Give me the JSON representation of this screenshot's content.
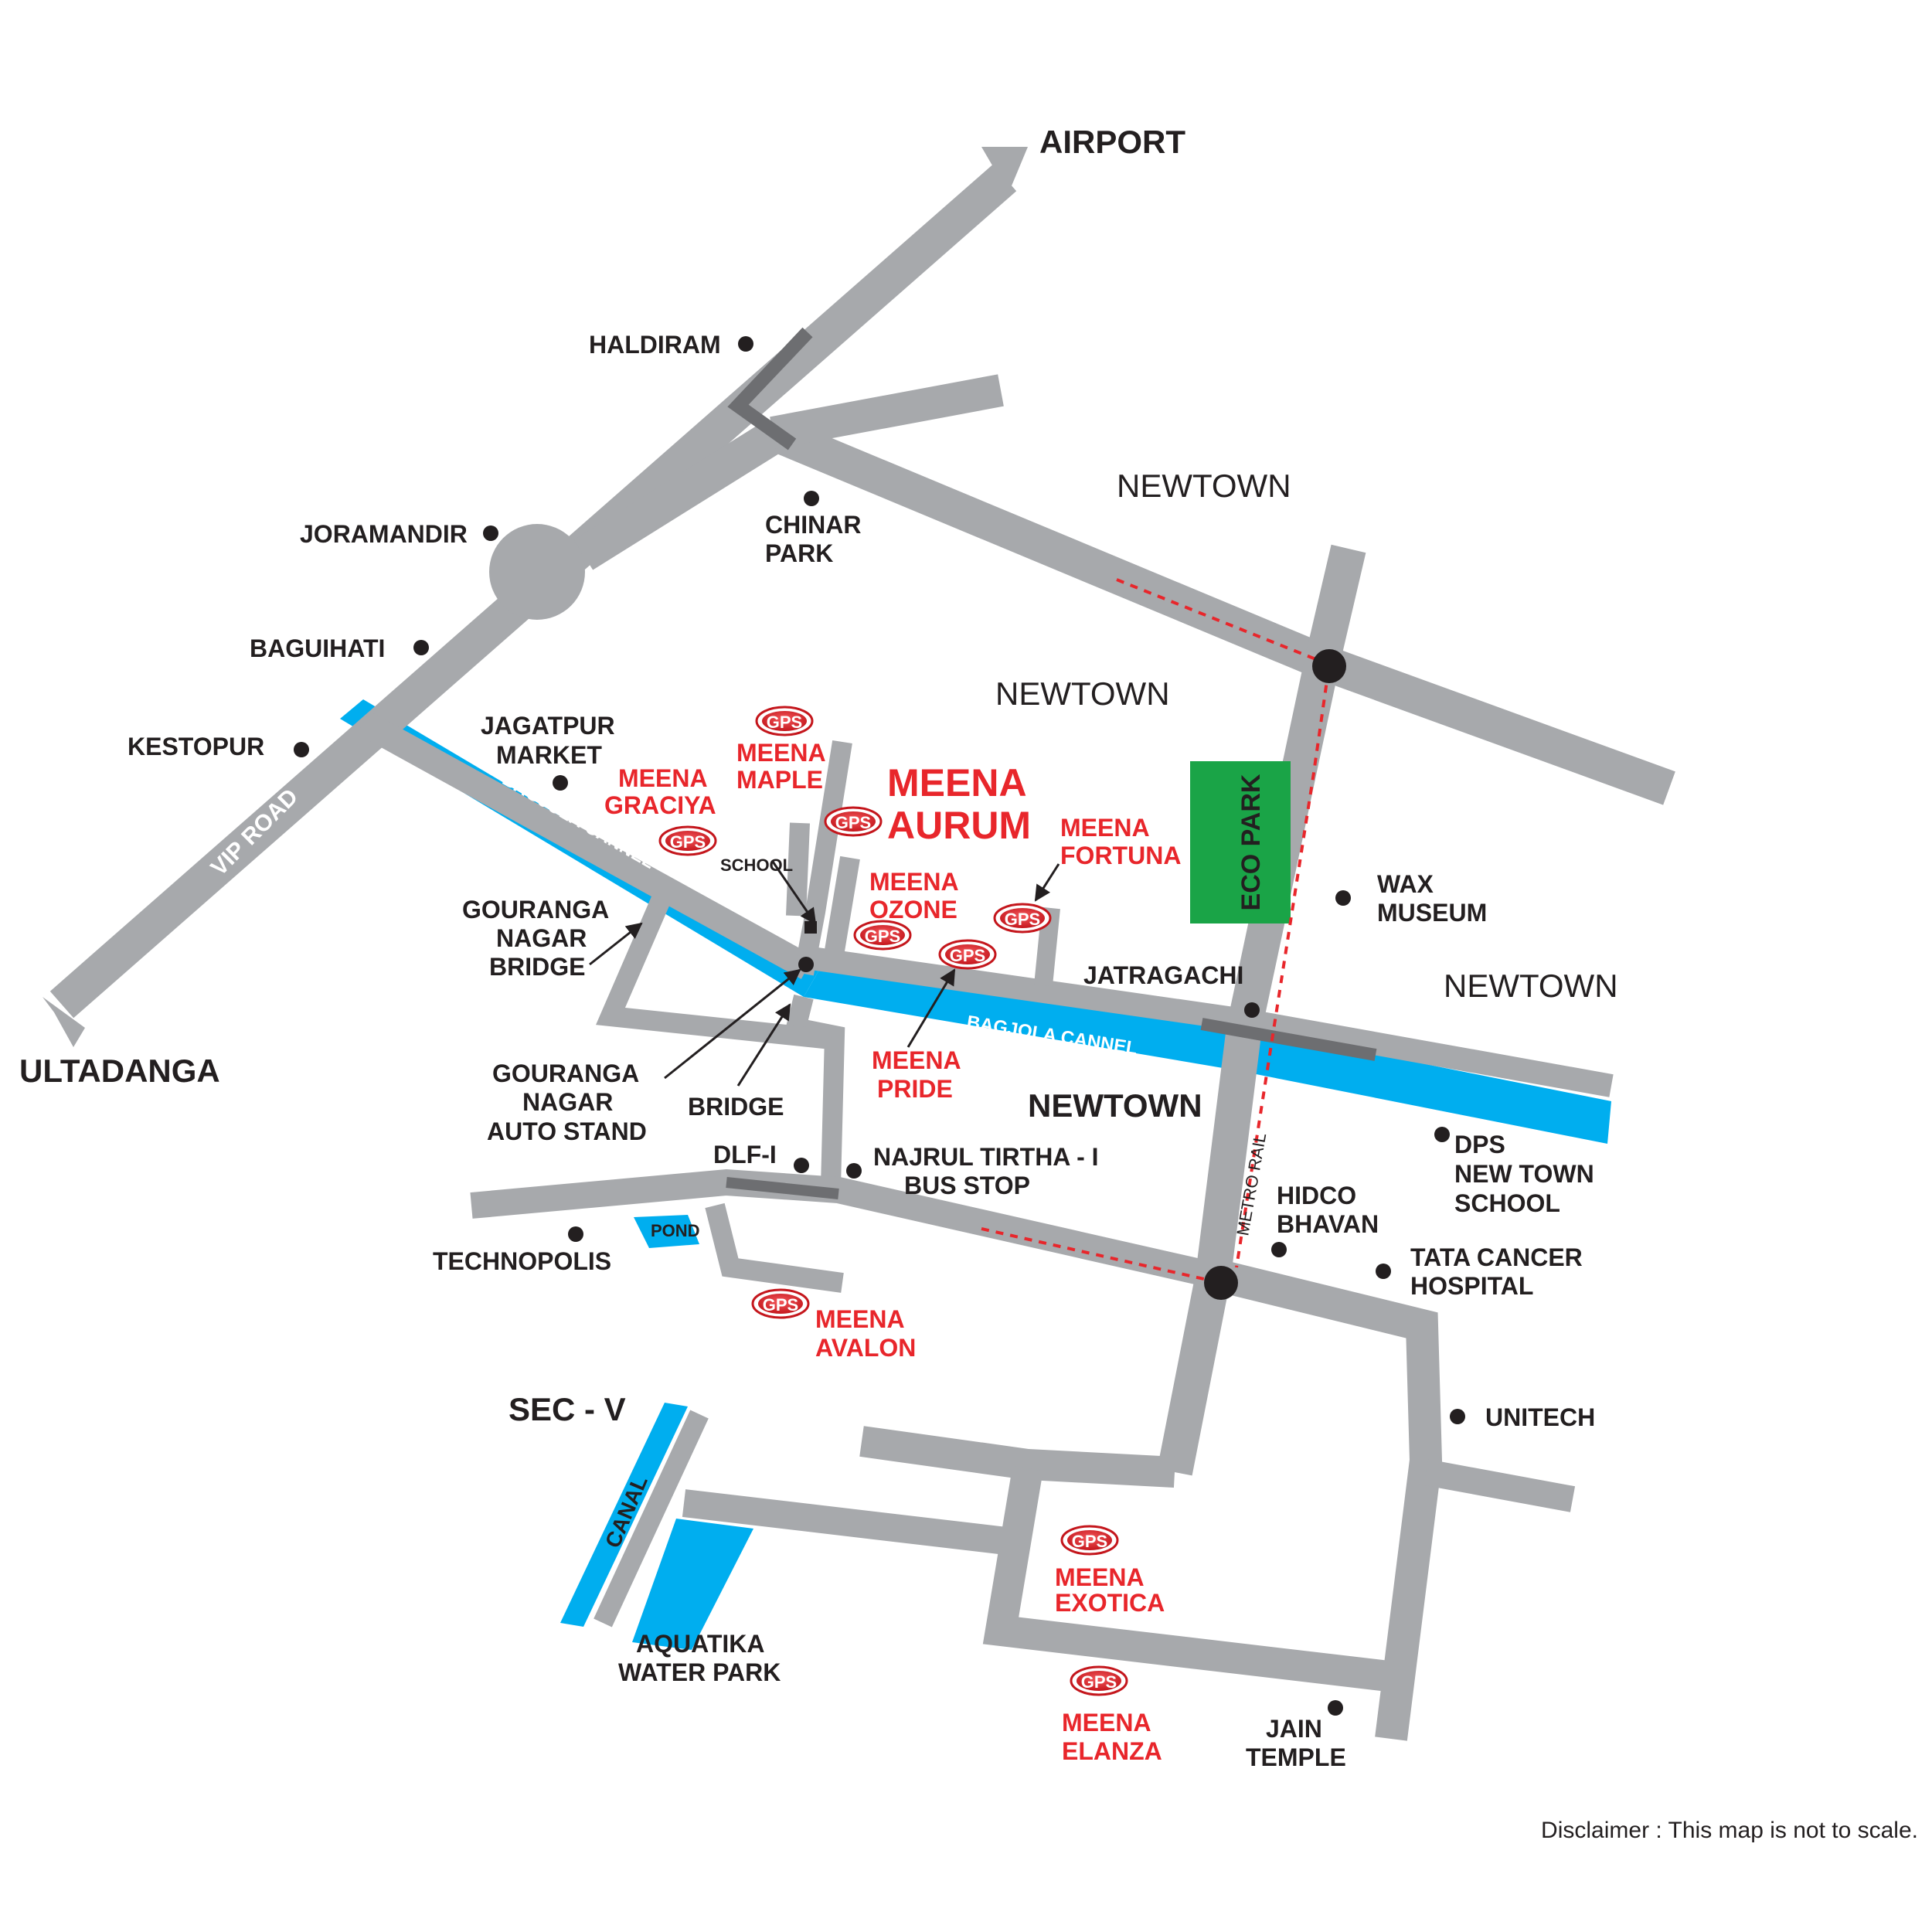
{
  "colors": {
    "road": "#a7a9ac",
    "dark_road": "#6d6e71",
    "canal": "#00aeef",
    "park": "#1aa447",
    "project_red": "#e8262b",
    "text": "#231f20",
    "metro_dot": "#231f20"
  },
  "icon": "gps-logo-badge",
  "project": {
    "title_line1": "MEENA",
    "title_line2": "AURUM"
  },
  "areas": {
    "airport": "AIRPORT",
    "ultadanga": "ULTADANGA",
    "newtown_1": "NEWTOWN",
    "newtown_2": "NEWTOWN",
    "newtown_3": "NEWTOWN",
    "newtown_4": "NEWTOWN",
    "sec_v": "SEC - V"
  },
  "roads": {
    "vip_road": "VIP ROAD",
    "bagjola_1": "BAGJOLA CANNEL",
    "bagjola_2": "BAGJOLA CANNEL",
    "canal": "CANAL",
    "metro_rail": "METRO RAIL",
    "eco_park": "ECO PARK",
    "pond": "POND"
  },
  "landmarks": {
    "haldiram": "HALDIRAM",
    "joramandir": "JORAMANDIR",
    "chinar_park_1": "CHINAR",
    "chinar_park_2": "PARK",
    "baguihati": "BAGUIHATI",
    "kestopur": "KESTOPUR",
    "jagatpur_1": "JAGATPUR",
    "jagatpur_2": "MARKET",
    "school": "SCHOOL",
    "gouranga_bridge_1": "GOURANGA",
    "gouranga_bridge_2": "NAGAR",
    "gouranga_bridge_3": "BRIDGE",
    "gouranga_auto_1": "GOURANGA",
    "gouranga_auto_2": "NAGAR",
    "gouranga_auto_3": "AUTO STAND",
    "bridge": "BRIDGE",
    "dlf": "DLF-I",
    "najrul_1": "NAJRUL TIRTHA - I",
    "najrul_2": "BUS STOP",
    "technopolis": "TECHNOPOLIS",
    "jatragachi": "JATRAGACHI",
    "wax_1": "WAX",
    "wax_2": "MUSEUM",
    "dps_1": "DPS",
    "dps_2": "NEW TOWN",
    "dps_3": "SCHOOL",
    "hidco_1": "HIDCO",
    "hidco_2": "BHAVAN",
    "tata_1": "TATA CANCER",
    "tata_2": "HOSPITAL",
    "unitech": "UNITECH",
    "aquatika_1": "AQUATIKA",
    "aquatika_2": "WATER PARK",
    "jain_1": "JAIN",
    "jain_2": "TEMPLE"
  },
  "projects": {
    "maple_1": "MEENA",
    "maple_2": "MAPLE",
    "graciya_1": "MEENA",
    "graciya_2": "GRACIYA",
    "fortuna_1": "MEENA",
    "fortuna_2": "FORTUNA",
    "ozone_1": "MEENA",
    "ozone_2": "OZONE",
    "pride_1": "MEENA",
    "pride_2": "PRIDE",
    "avalon_1": "MEENA",
    "avalon_2": "AVALON",
    "exotica_1": "MEENA",
    "exotica_2": "EXOTICA",
    "elanza_1": "MEENA",
    "elanza_2": "ELANZA"
  },
  "gps_badge_text": "GPS",
  "disclaimer": "Disclaimer : This map is not to scale."
}
